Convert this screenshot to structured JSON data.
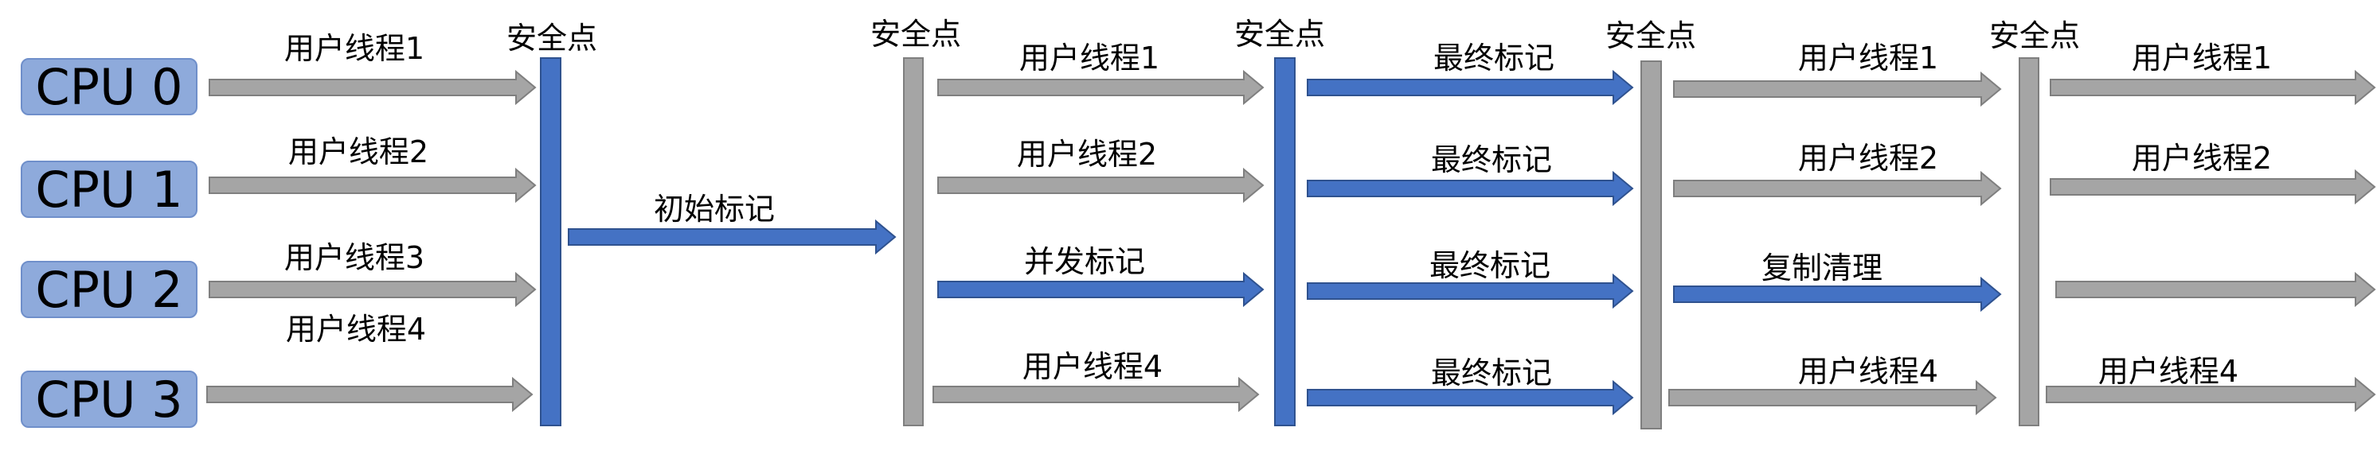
{
  "cpus": [
    "CPU 0",
    "CPU 1",
    "CPU 2",
    "CPU 3"
  ],
  "safepoint_label": "安全点",
  "phases": {
    "user_thread_1": "用户线程1",
    "user_thread_2": "用户线程2",
    "user_thread_3": "用户线程3",
    "user_thread_4": "用户线程4",
    "initial_mark": "初始标记",
    "concurrent_mark": "并发标记",
    "final_mark": "最终标记",
    "copy_cleanup": "复制清理"
  },
  "colors": {
    "cpu_box": "#8eaadb",
    "gray_arrow": "#a5a5a5",
    "blue_arrow": "#4472c4",
    "safepoint_gray": "#a5a5a5",
    "safepoint_blue": "#4472c4"
  }
}
